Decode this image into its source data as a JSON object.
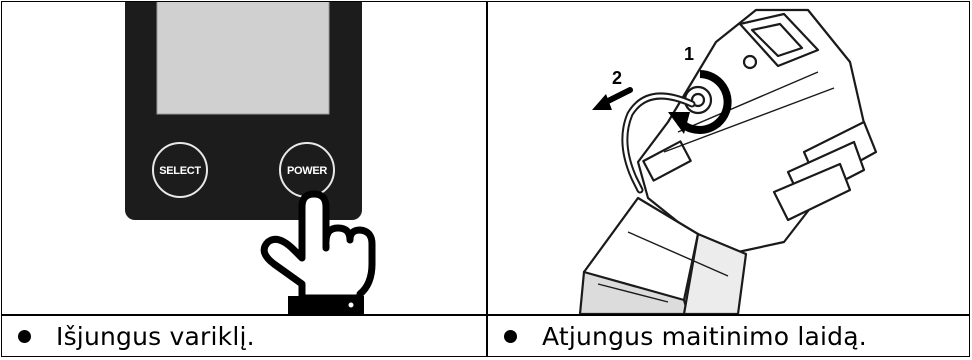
{
  "left_panel": {
    "buttons": {
      "select_label": "SELECT",
      "power_label": "POWER"
    },
    "caption": "Išjungus variklį."
  },
  "right_panel": {
    "steps": {
      "step1": "1",
      "step2": "2"
    },
    "caption": "Atjungus maitinimo laidą."
  }
}
